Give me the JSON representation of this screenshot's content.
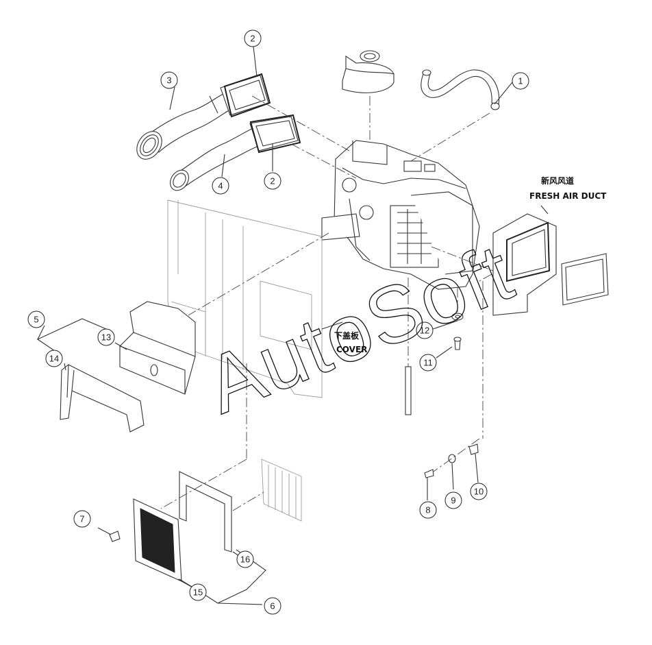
{
  "watermark": "AutoSoft",
  "labels": {
    "fresh_air_duct_cn": "新风风道",
    "fresh_air_duct_en": "FRESH AIR DUCT",
    "cover_cn": "下盖板",
    "cover_en": "COVER"
  },
  "callouts": [
    {
      "id": "callout-1",
      "text": "1"
    },
    {
      "id": "callout-2a",
      "text": "2"
    },
    {
      "id": "callout-2b",
      "text": "2"
    },
    {
      "id": "callout-3",
      "text": "3"
    },
    {
      "id": "callout-4",
      "text": "4"
    },
    {
      "id": "callout-5",
      "text": "5"
    },
    {
      "id": "callout-6",
      "text": "6"
    },
    {
      "id": "callout-7",
      "text": "7"
    },
    {
      "id": "callout-8",
      "text": "8"
    },
    {
      "id": "callout-9",
      "text": "9"
    },
    {
      "id": "callout-10",
      "text": "10"
    },
    {
      "id": "callout-11",
      "text": "11"
    },
    {
      "id": "callout-12",
      "text": "12"
    },
    {
      "id": "callout-13",
      "text": "13"
    },
    {
      "id": "callout-14",
      "text": "14"
    },
    {
      "id": "callout-15",
      "text": "15"
    },
    {
      "id": "callout-16",
      "text": "16"
    }
  ]
}
